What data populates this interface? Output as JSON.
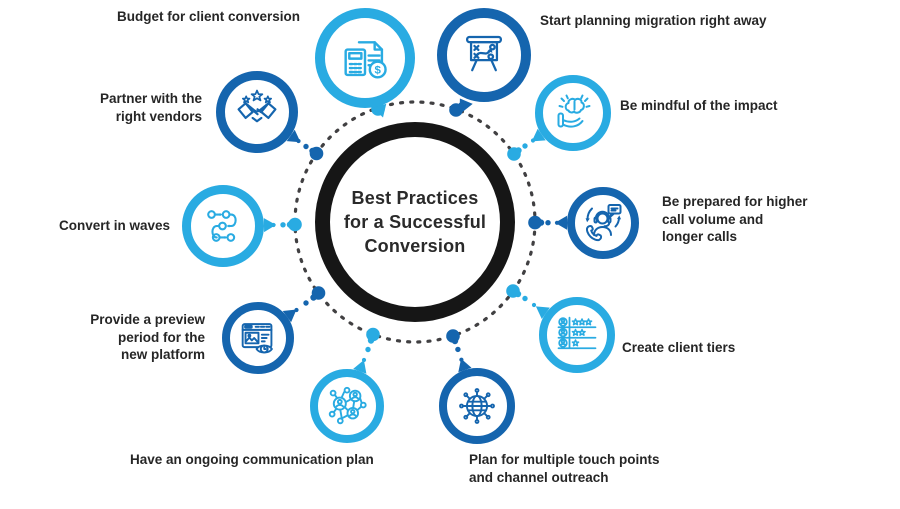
{
  "center": {
    "title": "Best Practices\nfor a Successful\nConversion"
  },
  "colors": {
    "light_blue": "#29ABE2",
    "dark_blue": "#1565AE",
    "center_ring": "#161616",
    "label_text": "#262626",
    "dotted_ring": "#414042",
    "background": "#ffffff"
  },
  "items": [
    {
      "id": "budget",
      "label": "Budget for client conversion",
      "icon": "calculator-invoice-icon",
      "tone": "light"
    },
    {
      "id": "migration",
      "label": "Start planning migration right away",
      "icon": "strategy-board-icon",
      "tone": "dark"
    },
    {
      "id": "impact",
      "label": "Be mindful of the impact",
      "icon": "brain-in-hand-icon",
      "tone": "light"
    },
    {
      "id": "calls",
      "label": "Be prepared for higher\ncall volume and\nlonger calls",
      "icon": "support-agent-icon",
      "tone": "dark"
    },
    {
      "id": "tiers",
      "label": "Create client tiers",
      "icon": "client-tiers-icon",
      "tone": "light"
    },
    {
      "id": "touchpoints",
      "label": "Plan for multiple touch points\nand channel outreach",
      "icon": "globe-network-icon",
      "tone": "dark"
    },
    {
      "id": "communication",
      "label": "Have an ongoing communication plan",
      "icon": "people-network-icon",
      "tone": "light"
    },
    {
      "id": "preview",
      "label": "Provide a preview\nperiod for the\nnew platform",
      "icon": "browser-preview-icon",
      "tone": "dark"
    },
    {
      "id": "waves",
      "label": "Convert in waves",
      "icon": "process-waves-icon",
      "tone": "light"
    },
    {
      "id": "partner",
      "label": "Partner with the\nright vendors",
      "icon": "handshake-stars-icon",
      "tone": "dark"
    }
  ]
}
